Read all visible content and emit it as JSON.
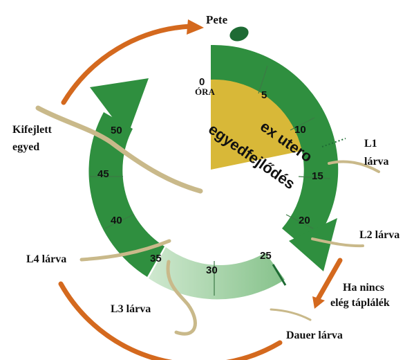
{
  "center_label": {
    "line1": "ex utero",
    "line2": "egyedfejlődés"
  },
  "hour_zero": {
    "value": "0",
    "unit": "ÓRA"
  },
  "ticks": [
    "5",
    "10",
    "15",
    "20",
    "25",
    "30",
    "35",
    "40",
    "45",
    "50"
  ],
  "stages": {
    "egg": "Pete",
    "l1_line1": "L1",
    "l1_line2": "lárva",
    "l2": "L2 lárva",
    "starvation_line1": "Ha nincs",
    "starvation_line2": "elég táplálék",
    "dauer": "Dauer lárva",
    "l3": "L3 lárva",
    "l4": "L4 lárva",
    "adult_line1": "Kifejlett",
    "adult_line2": "egyed"
  },
  "colors": {
    "ring_green": "#2f8f3f",
    "ring_pale": "#a8d3a8",
    "wedge_yellow": "#d8b838",
    "arrow_orange": "#d4691e",
    "egg_green": "#1e6b34",
    "worm": "#c9b98a"
  }
}
